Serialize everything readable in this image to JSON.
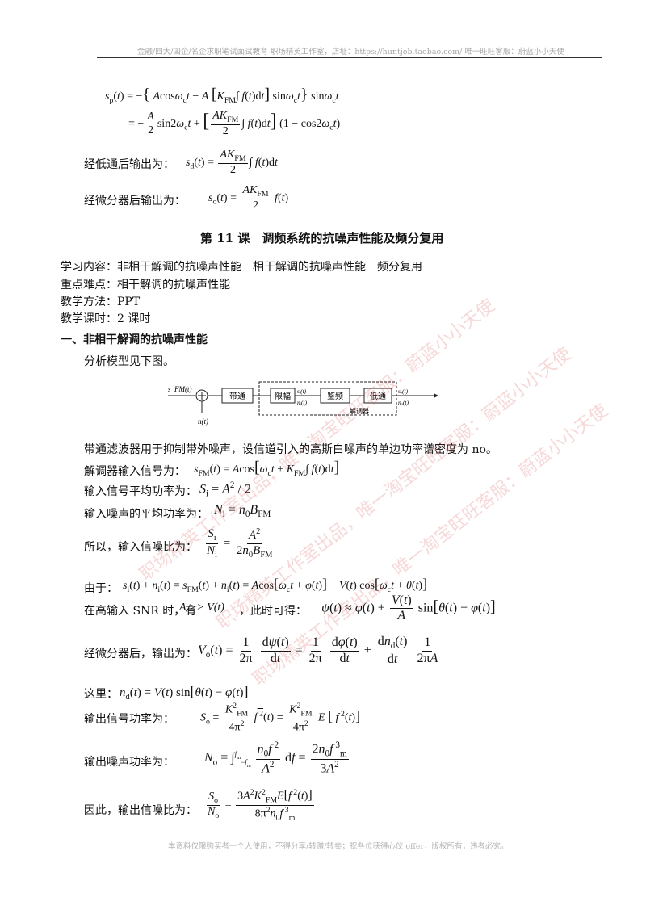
{
  "header": {
    "text": "金融/四大/国企/名企求职笔试面试教育-职场精英工作室，店址：https://huntjob.taobao.com/ 唯一旺旺客服：蔚蓝小小天使"
  },
  "derivation": {
    "sp_line1": "sₚ(t) = −{ Acosω꜀t − A [K_FM∫f(t)dt] sinω꜀t } sinω꜀t",
    "sp_line2": "= −(A/2)sin2ω꜀t + [(AK_FM/2)∫f(t)dt] (1 − cos2ω꜀t)",
    "lowpass_label": "经低通后输出为：",
    "diff_label": "经微分器后输出为："
  },
  "lesson": {
    "title": "第 11 课　调频系统的抗噪声性能及频分复用",
    "content": "学习内容：非相干解调的抗噪声性能　相干解调的抗噪声性能　频分复用",
    "difficulty": "重点难点：相干解调的抗噪声性能",
    "method": "教学方法：PPT",
    "hours": "教学课时：2 课时"
  },
  "section1": {
    "title": "一、非相干解调的抗噪声性能",
    "model_intro": "分析模型见下图。"
  },
  "diagram": {
    "input_signal": "s_FM(t)",
    "noise_input": "n(t)",
    "bandpass": "带通",
    "limiter": "限幅",
    "limiter_signal": "sᵢ(t)",
    "limiter_noise": "nᵢ(t)",
    "discriminator": "鉴频",
    "lowpass": "低通",
    "out_signal": "sₒ(t)",
    "out_noise": "nₒ(t)",
    "demodulator": "解调器"
  },
  "analysis": {
    "bandpass_desc": "带通滤波器用于抑制带外噪声，设信道引入的高斯白噪声的单边功率谱密度为 no。",
    "input_signal_label": "解调器输入信号为：",
    "input_power_label": "输入信号平均功率为：",
    "noise_power_label": "输入噪声的平均功率为：",
    "snr_in_label": "所以，输入信噪比为：",
    "because_label": "由于：",
    "high_snr_label": "在高输入 SNR 时，有",
    "high_snr_condition": "A >> V(t)",
    "high_snr_then": "，此时可得：",
    "after_diff_label": "经微分器后，输出为：",
    "here_label": "这里：",
    "out_signal_power_label": "输出信号功率为：",
    "out_noise_power_label": "输出噪声功率为：",
    "therefore_label": "因此，输出信噪比为："
  },
  "footer": {
    "text": "本资料仅限购买者一个人使用，不得分享/转赠/转卖；祝各位获得心仪 offer，版权所有，违者必究。"
  },
  "watermarks": [
    "职场精英工作室出品，唯一淘宝旺旺客服：蔚蓝小小天使",
    "职场精英工作室出品，唯一淘宝旺旺客服：蔚蓝小小天使",
    "职场精英工作室出品，唯一淘宝旺旺客服：蔚蓝小小天使"
  ]
}
